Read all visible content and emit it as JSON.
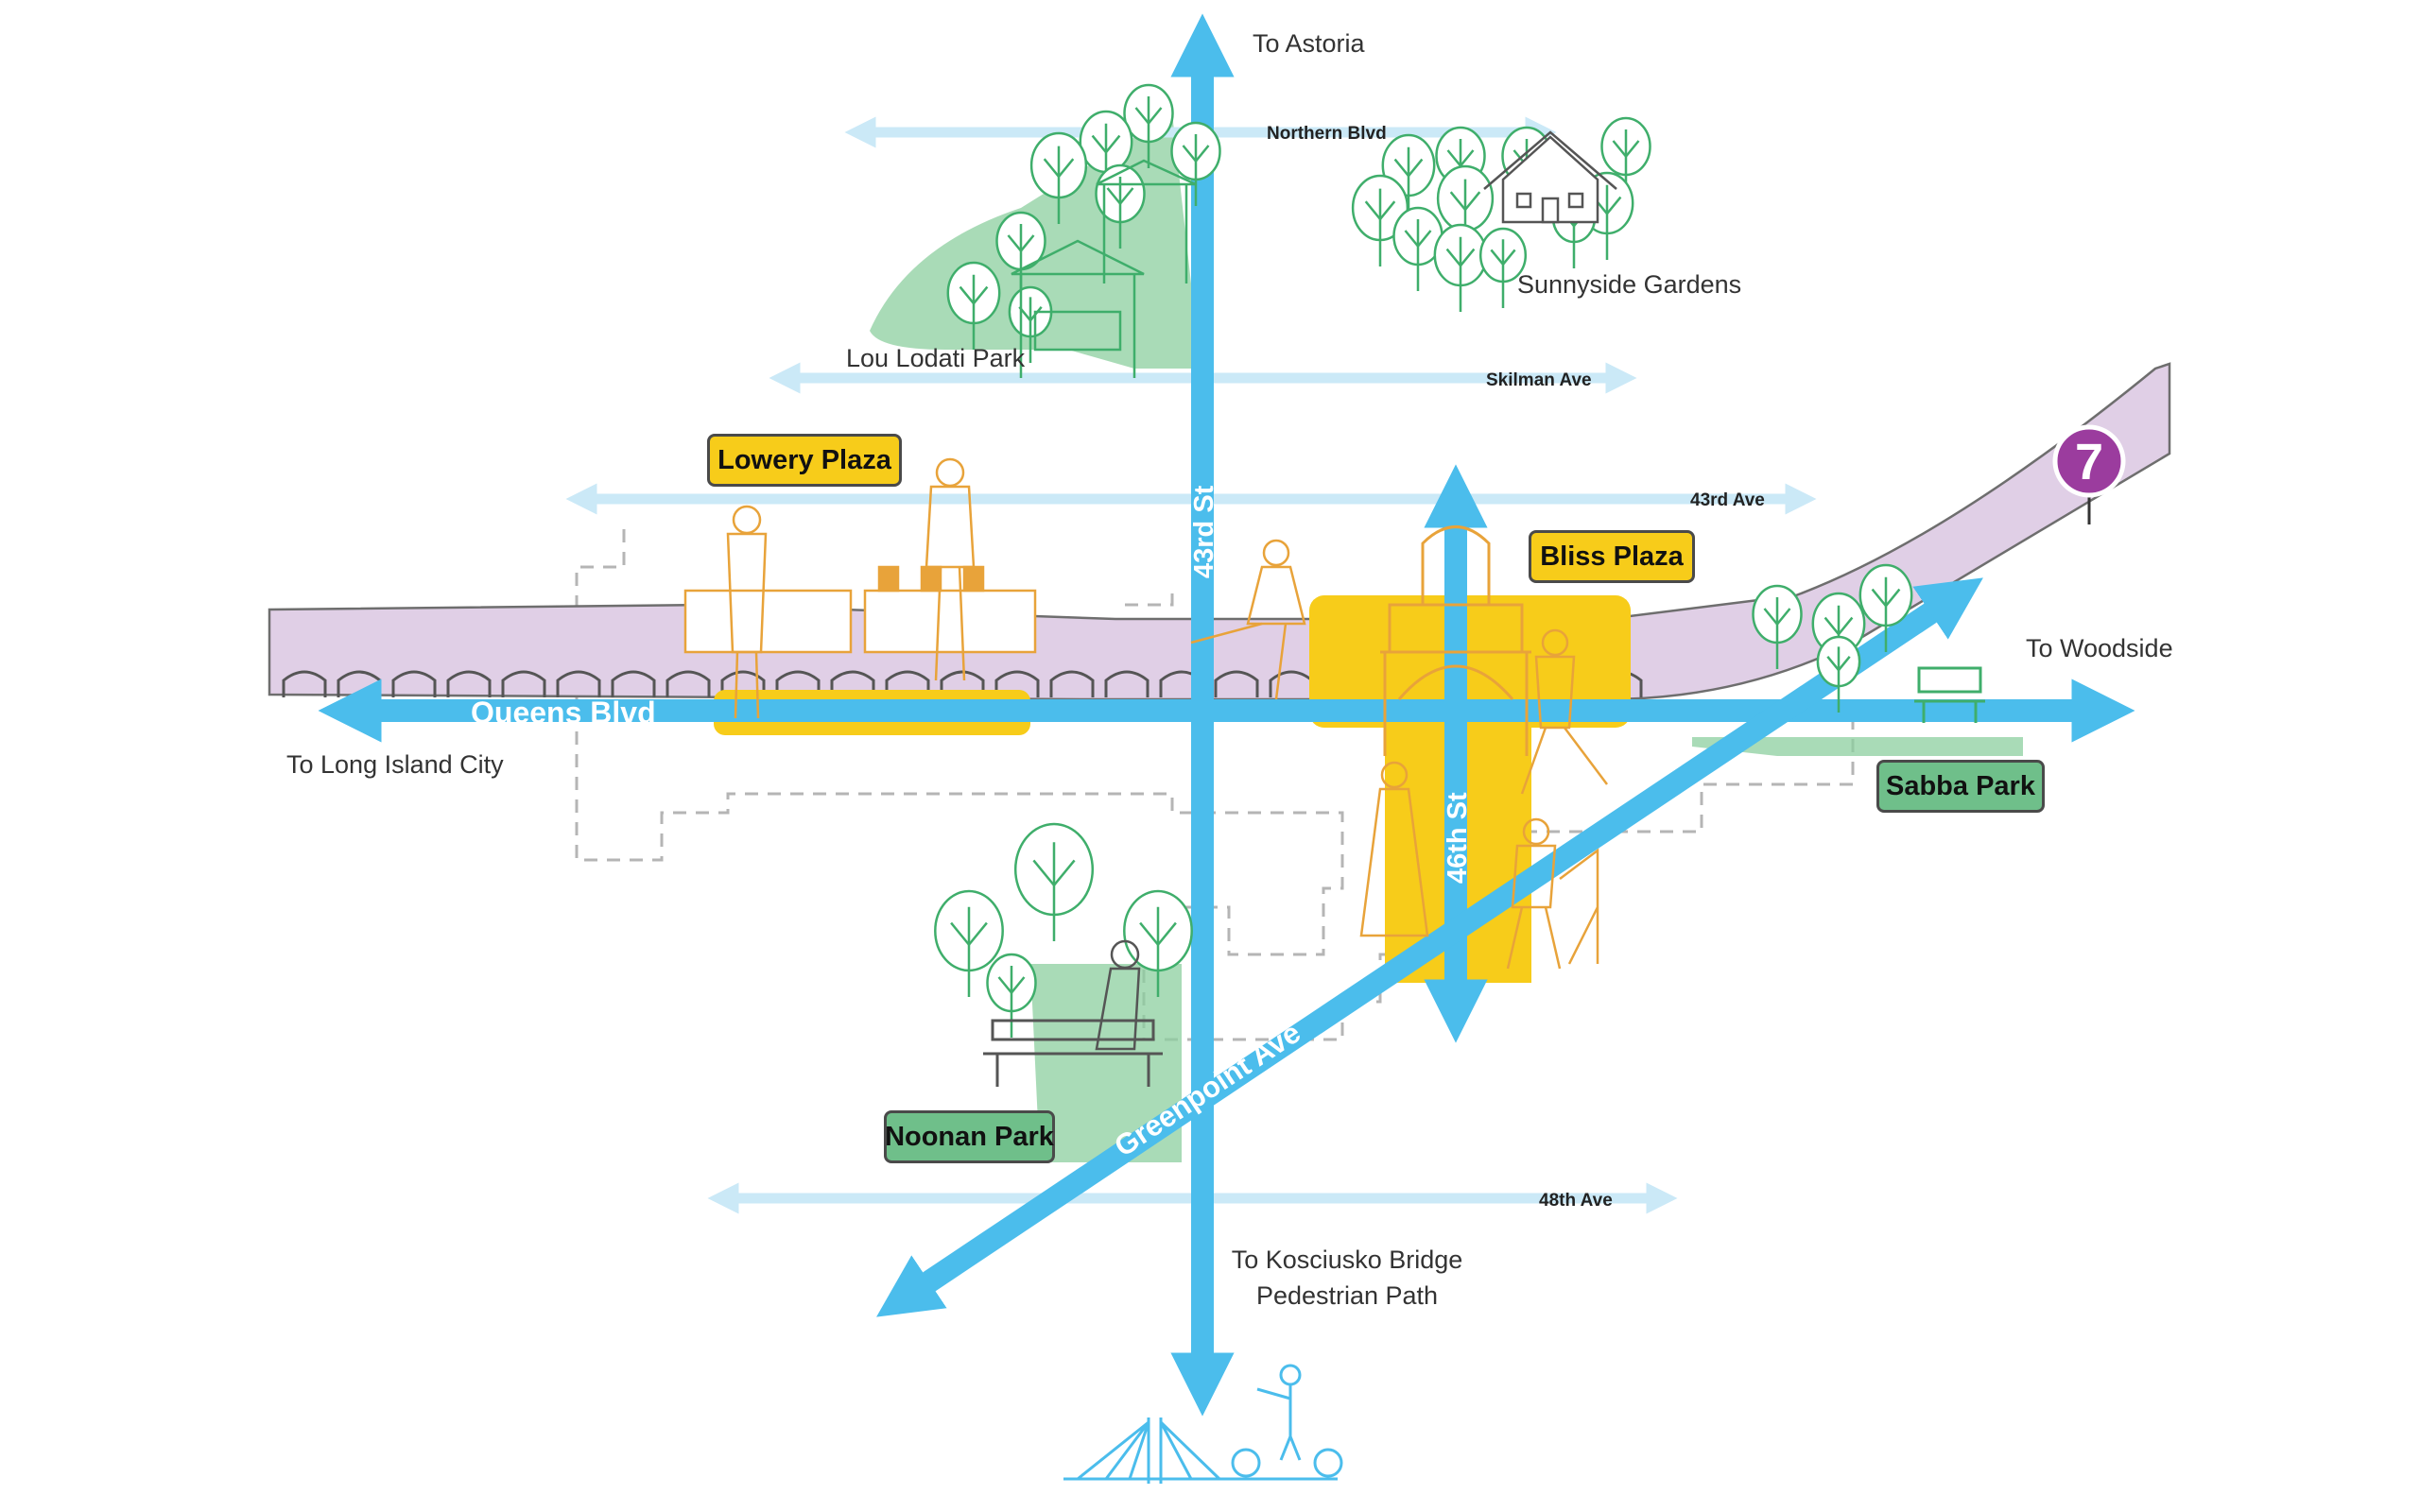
{
  "colors": {
    "corridor": "#e0cfe6",
    "corridor_edge": "#6e6e6e",
    "main_street": "#4bbdec",
    "minor_street": "#cbe9f7",
    "plaza": "#f7cc1a",
    "park": "#8ccf9f",
    "line_art_orange": "#e8a33a",
    "line_art_green": "#3fae6b",
    "subway_badge": "#9b3c9e"
  },
  "destinations": {
    "north": "To Astoria",
    "east": "To Woodside",
    "west": "To Long Island City",
    "south_line1": "To Kosciusko Bridge",
    "south_line2": "Pedestrian Path"
  },
  "streets": {
    "queens_blvd": "Queens Blvd",
    "greenpoint_ave": "Greenpoint Ave",
    "st43": "43rd St",
    "st46": "46th St",
    "northern_blvd": "Northern Blvd",
    "skillman_ave": "Skilman Ave",
    "ave43": "43rd Ave",
    "ave48": "48th Ave"
  },
  "places": {
    "lou_lodati_park": "Lou Lodati Park",
    "sunnyside_gardens": "Sunnyside Gardens",
    "lowery_plaza": "Lowery Plaza",
    "bliss_plaza": "Bliss Plaza",
    "sabba_park": "Sabba Park",
    "noonan_park": "Noonan Park"
  },
  "subway": {
    "line": "7"
  }
}
